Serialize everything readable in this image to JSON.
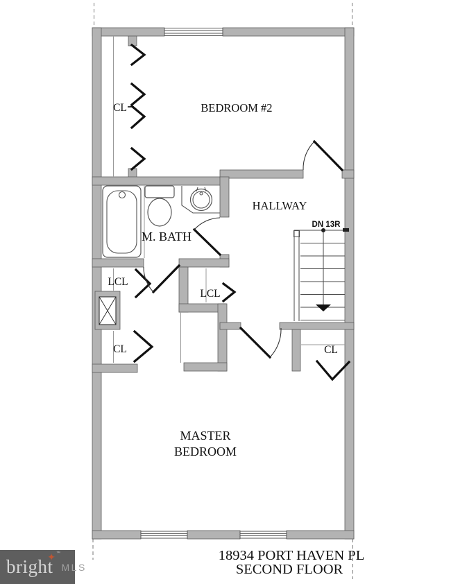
{
  "labels": {
    "bedroom2": "BEDROOM #2",
    "hallway": "HALLWAY",
    "master_bath": "M. BATH",
    "master_line1": "MASTER",
    "master_line2": "BEDROOM",
    "closet_bed2": "CL",
    "linen_closet_left": "LCL",
    "linen_closet_center": "LCL",
    "closet_left": "CL",
    "closet_right": "CL",
    "stairs_note": "DN 13R"
  },
  "footer": {
    "address_line1": "18934 PORT HAVEN PL",
    "address_line2": "SECOND FLOOR"
  },
  "logo": {
    "brand": "bright",
    "tm": "™",
    "suffix": "MLS",
    "star_icon": "four-point-star"
  },
  "colors": {
    "wall_fill": "#b3b3b3",
    "wall_outline": "#5c5c5c",
    "door_lines": "#111111",
    "logo_background": "#5e5e5e",
    "logo_star": "#c05532"
  }
}
